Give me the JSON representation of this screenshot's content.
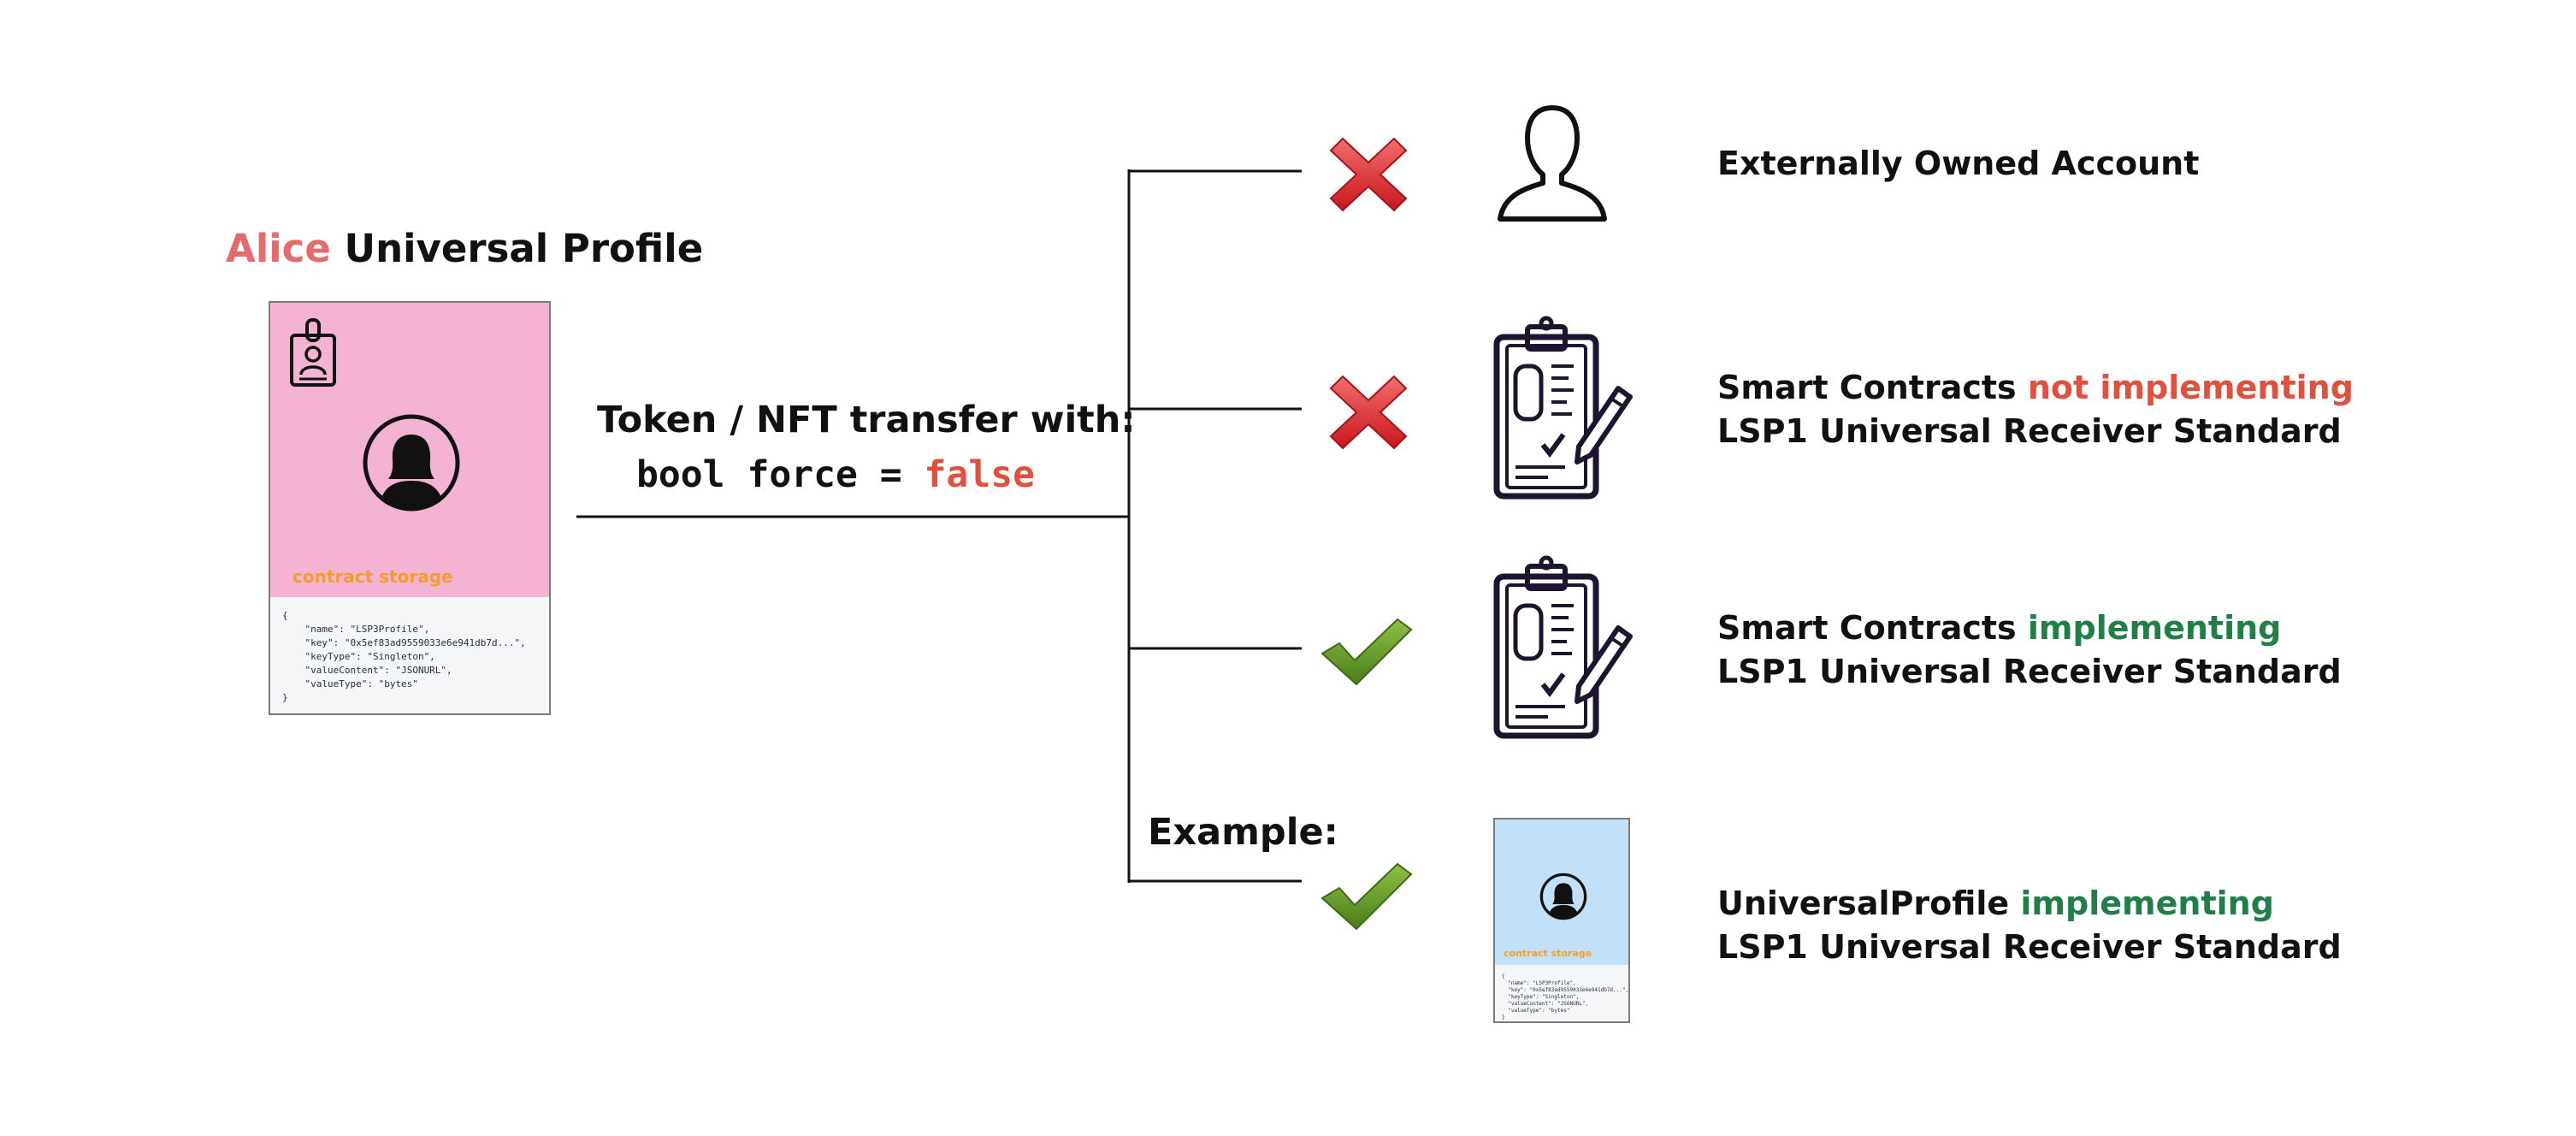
{
  "sender": {
    "name_highlight": "Alice",
    "title_rest": "Universal Profile",
    "storage_label": "contract storage",
    "storage_code": "{\n    \"name\": \"LSP3Profile\",\n    \"key\": \"0x5ef83ad9559033e6e941db7d...\",\n    \"keyType\": \"Singleton\",\n    \"valueContent\": \"JSONURL\",\n    \"valueType\": \"bytes\"\n}"
  },
  "transfer": {
    "label": "Token / NFT transfer with:",
    "code_prefix": "bool force = ",
    "code_value": "false"
  },
  "example_label": "Example:",
  "recipients": [
    {
      "status": "rejected",
      "status_icon": "red-cross-icon",
      "icon": "person-silhouette-icon",
      "line1": "Externally Owned Account"
    },
    {
      "status": "rejected",
      "status_icon": "red-cross-icon",
      "icon": "clipboard-contract-icon",
      "line1_prefix": "Smart Contracts ",
      "line1_highlight": "not implementing",
      "line2": "LSP1 Universal Receiver Standard"
    },
    {
      "status": "accepted",
      "status_icon": "green-check-icon",
      "icon": "clipboard-contract-icon",
      "line1_prefix": "Smart Contracts ",
      "line1_highlight": "implementing",
      "line2": "LSP1 Universal Receiver Standard"
    },
    {
      "status": "accepted",
      "status_icon": "green-check-icon",
      "icon": "universal-profile-card-icon",
      "line1_prefix": "UniversalProfile ",
      "line1_highlight": "implementing",
      "line2": "LSP1 Universal Receiver Standard",
      "storage_label": "contract storage",
      "storage_code": "{\n  \"name\": \"LSP3Profile\",\n  \"key\": \"0x5ef83ad9559033e6e941db7d...\",\n  \"keyType\": \"Singleton\",\n  \"valueContent\": \"JSONURL\",\n  \"valueType\": \"bytes\"\n}"
    }
  ],
  "colors": {
    "alice": "#e36b6b",
    "negative": "#e0503c",
    "positive": "#1f7f46",
    "profile_card": "#f5b3d4",
    "example_card": "#c2e0f8",
    "storage_label": "#f0a028"
  }
}
